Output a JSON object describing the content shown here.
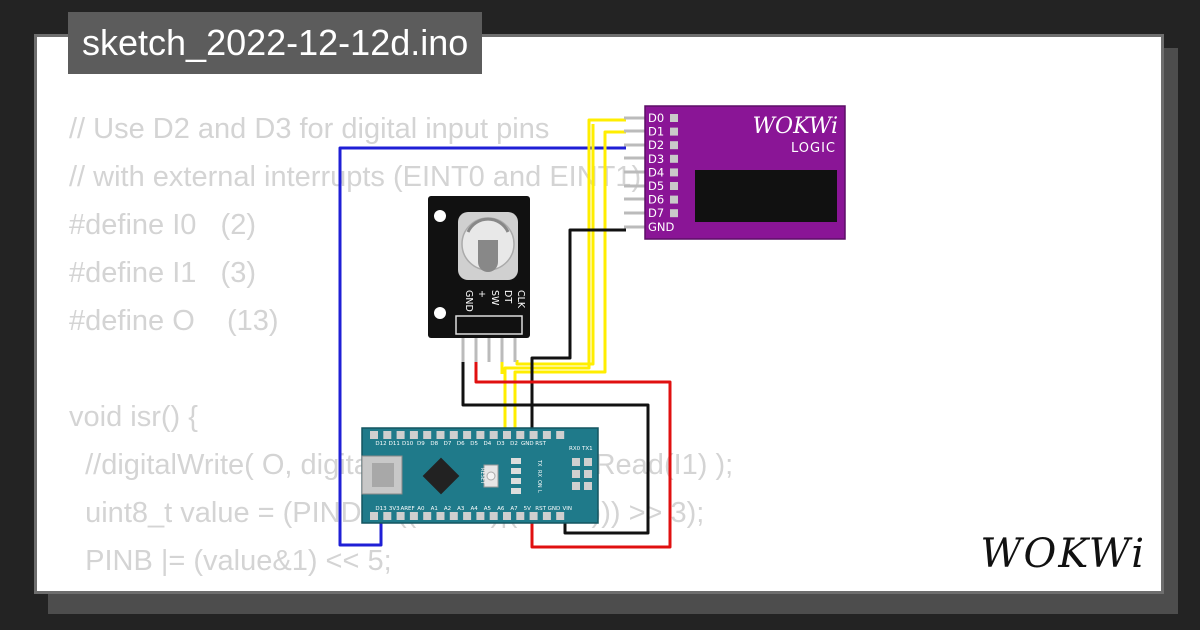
{
  "title": "sketch_2022-12-12d.ino",
  "code_lines": [
    "// Use D2 and D3 for digital input pins",
    "// with external interrupts (EINT0 and EINT1) enabled.",
    "#define I0   (2)",
    "#define I1   (3)",
    "#define O    (13)",
    "",
    "void isr() {",
    "  //digitalWrite( O, digitalRead(I0) ^ digitalRead(I1) );",
    "  uint8_t value = (PIND & ((1<<I0)|(1<<I1))) >> 3);",
    "  PINB |= (value&1) << 5;",
    "}"
  ],
  "logic_analyzer": {
    "brand": "WOKWi",
    "label": "LOGIC",
    "pins": [
      "D0",
      "D1",
      "D2",
      "D3",
      "D4",
      "D5",
      "D6",
      "D7",
      "GND"
    ]
  },
  "encoder": {
    "pins": [
      "CLK",
      "DT",
      "SW",
      "+",
      "GND"
    ]
  },
  "nano": {
    "top_pins": [
      "D12",
      "D11",
      "D10",
      "D9",
      "D8",
      "D7",
      "D6",
      "D5",
      "D4",
      "D3",
      "D2",
      "GND",
      "RST"
    ],
    "bottom_pins": [
      "D13",
      "3V3",
      "AREF",
      "A0",
      "A1",
      "A2",
      "A3",
      "A4",
      "A5",
      "A6",
      "A7",
      "5V",
      "RST",
      "GND",
      "VIN"
    ],
    "rx_label": "RX0",
    "tx_label": "TX1",
    "reset_label": "RESET",
    "led_labels": [
      "TX",
      "RX",
      "ON",
      "L"
    ]
  },
  "watermark": "WOKWi",
  "colors": {
    "wire_blue": "#1f1fd6",
    "wire_yellow": "#ffee00",
    "wire_red": "#e01010",
    "wire_black": "#111111",
    "logic_body": "#8a1596",
    "nano_body": "#1f7a8a"
  }
}
